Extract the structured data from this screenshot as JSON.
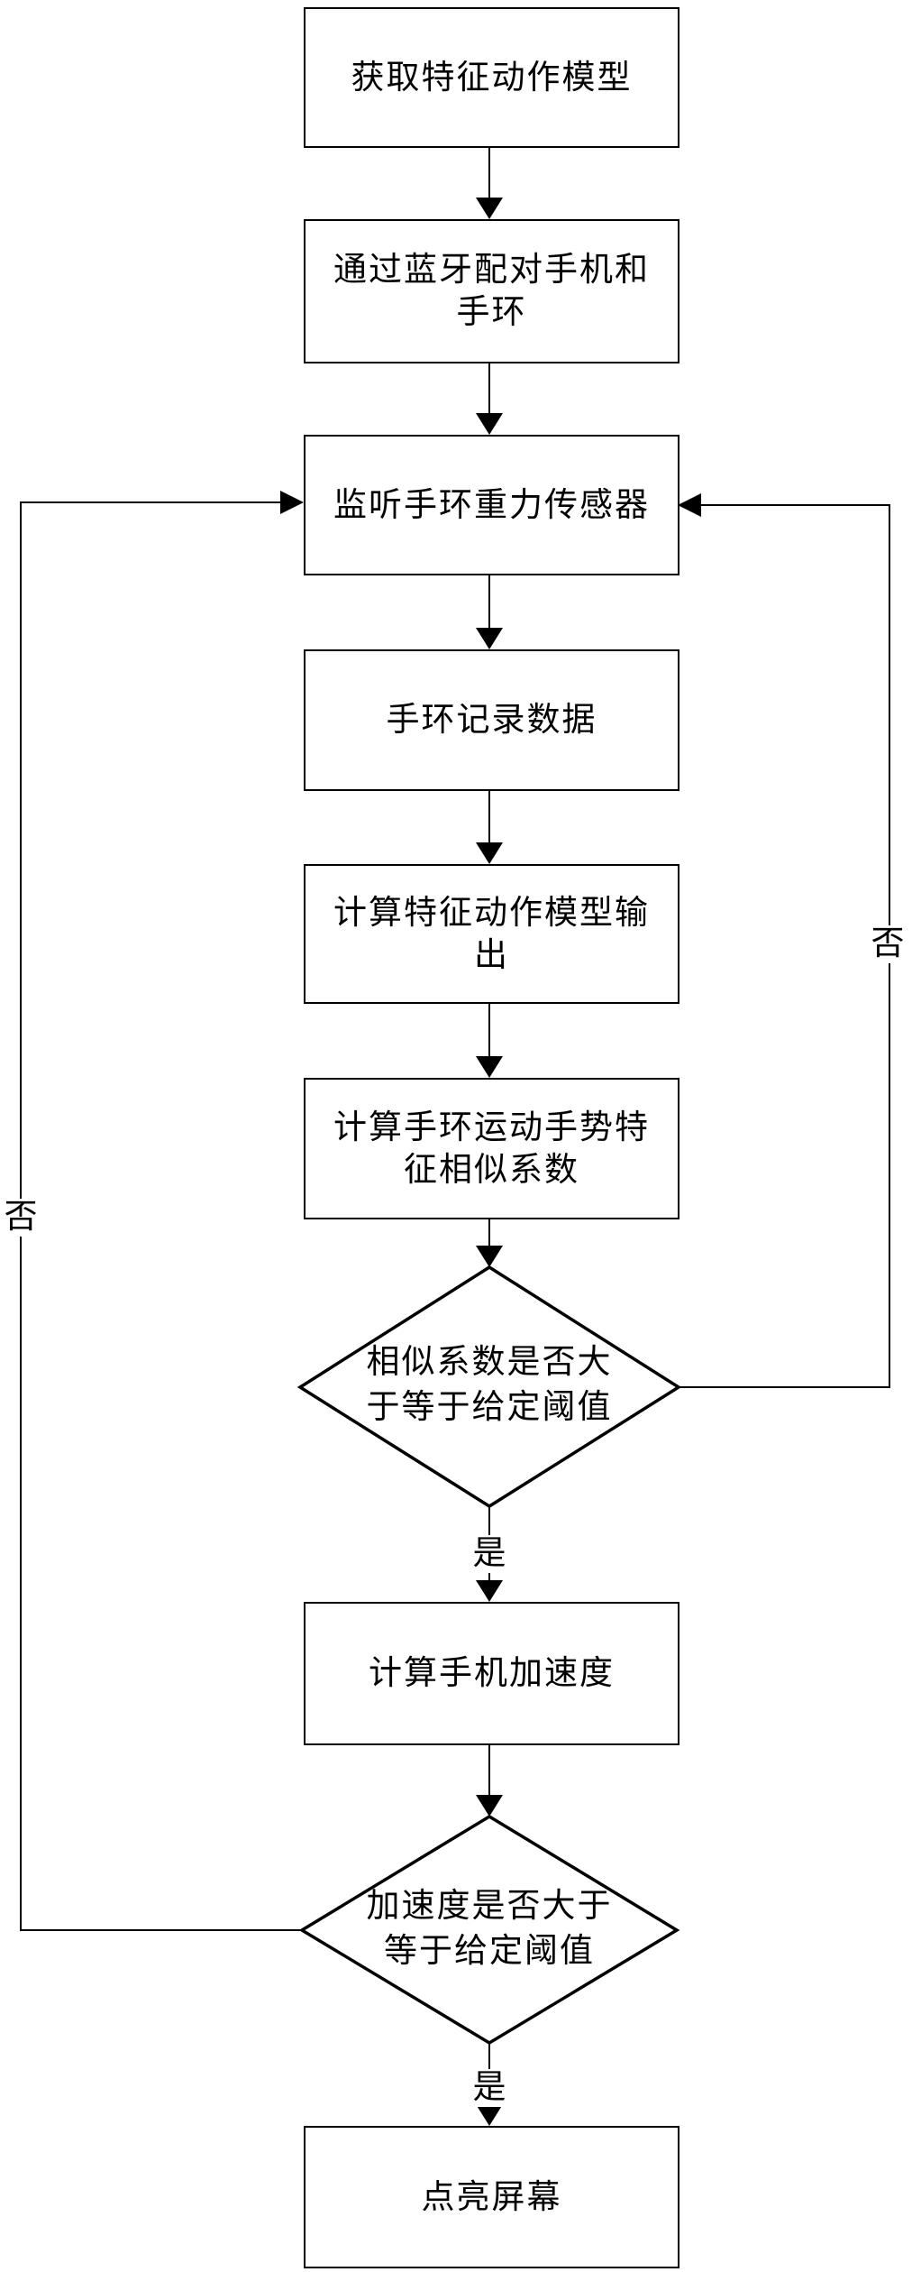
{
  "diagram": {
    "type": "flowchart",
    "background_color": "#ffffff",
    "stroke_color": "#000000",
    "text_color": "#000000",
    "nodes": [
      {
        "id": "get-model",
        "shape": "process",
        "lines": [
          "获取特征动作模型"
        ]
      },
      {
        "id": "bluetooth-pair",
        "shape": "process",
        "lines": [
          "通过蓝牙配对手机和",
          "手环"
        ]
      },
      {
        "id": "monitor-sensor",
        "shape": "process",
        "lines": [
          "监听手环重力传感器"
        ]
      },
      {
        "id": "band-record",
        "shape": "process",
        "lines": [
          "手环记录数据"
        ]
      },
      {
        "id": "compute-model-output",
        "shape": "process",
        "lines": [
          "计算特征动作模型输",
          "出"
        ]
      },
      {
        "id": "compute-similarity",
        "shape": "process",
        "lines": [
          "计算手环运动手势特",
          "征相似系数"
        ]
      },
      {
        "id": "similarity-check",
        "shape": "decision",
        "lines": [
          "相似系数是否大",
          "于等于给定阈值"
        ]
      },
      {
        "id": "compute-acceleration",
        "shape": "process",
        "lines": [
          "计算手机加速度"
        ]
      },
      {
        "id": "acceleration-check",
        "shape": "decision",
        "lines": [
          "加速度是否大于",
          "等于给定阈值"
        ]
      },
      {
        "id": "light-screen",
        "shape": "process",
        "lines": [
          "点亮屏幕"
        ]
      }
    ],
    "edge_labels": {
      "similarity_yes": "是",
      "acceleration_yes": "是",
      "similarity_no": "否",
      "acceleration_no": "否"
    }
  }
}
